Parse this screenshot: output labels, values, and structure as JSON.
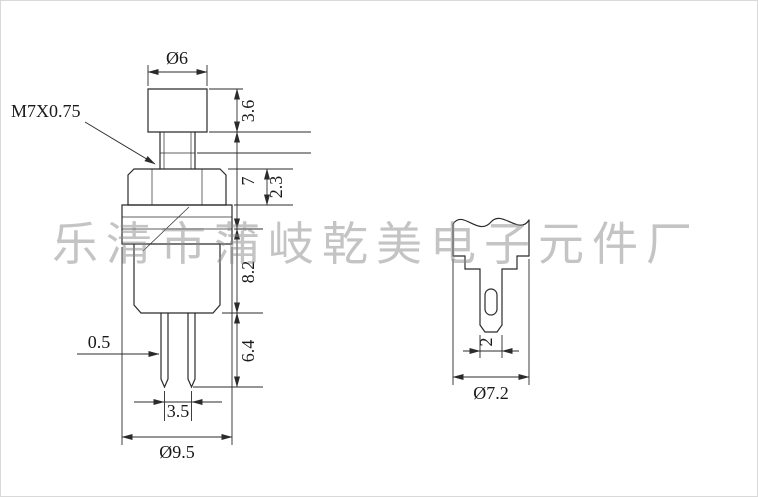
{
  "watermark": "乐清市蒲岐乾美电子元件厂",
  "left_view": {
    "cap_diameter": "Ø6",
    "cap_height": "3.6",
    "thread_spec": "M7X0.75",
    "bushing_length": "7",
    "nut_thickness": "2.3",
    "body_height": "8.2",
    "pin_length": "6.4",
    "pin_thickness": "0.5",
    "pin_spacing": "3.5",
    "body_diameter": "Ø9.5"
  },
  "right_view": {
    "terminal_width": "2",
    "body_diameter": "Ø7.2"
  }
}
